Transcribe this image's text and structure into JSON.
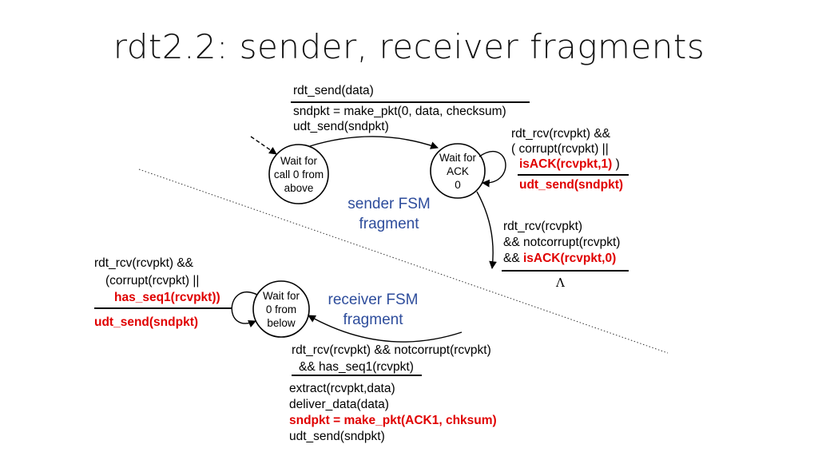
{
  "title": "rdt2.2: sender, receiver fragments",
  "sender": {
    "state_wait_call0": [
      "Wait for",
      "call 0 from",
      "above"
    ],
    "state_wait_ack0": [
      "Wait for",
      "ACK",
      "0"
    ],
    "fragment_label": [
      "sender FSM",
      "fragment"
    ],
    "t_send_event": "rdt_send(data)",
    "t_send_actions": [
      "sndpkt = make_pkt(0, data, checksum)",
      "udt_send(sndpkt)"
    ],
    "t_self_event_1": "rdt_rcv(rcvpkt) &&",
    "t_self_event_2": "( corrupt(rcvpkt) ||",
    "t_self_event_3_red": "isACK(rcvpkt,1)",
    "t_self_event_3_tail": " )",
    "t_self_action": "udt_send(sndpkt)",
    "t_ack_event_1": "rdt_rcv(rcvpkt)",
    "t_ack_event_2": "&& notcorrupt(rcvpkt)",
    "t_ack_event_3_prefix": "&& ",
    "t_ack_event_3_red": "isACK(rcvpkt,0)",
    "t_ack_action": "Λ"
  },
  "receiver": {
    "state_wait_0": [
      "Wait for",
      "0 from",
      "below"
    ],
    "fragment_label": [
      "receiver FSM",
      "fragment"
    ],
    "t_self_event_1": "rdt_rcv(rcvpkt) &&",
    "t_self_event_2": "(corrupt(rcvpkt) ||",
    "t_self_event_3_red": "has_seq1(rcvpkt))",
    "t_self_action": "udt_send(sndpkt)",
    "t_rcv_event_1": "rdt_rcv(rcvpkt) && notcorrupt(rcvpkt)",
    "t_rcv_event_2": "&& has_seq1(rcvpkt)",
    "t_rcv_actions": [
      "extract(rcvpkt,data)",
      "deliver_data(data)"
    ],
    "t_rcv_action_red": "sndpkt = make_pkt(ACK1, chksum)",
    "t_rcv_action_last": "udt_send(sndpkt)"
  },
  "colors": {
    "red": "#e00000",
    "blue": "#2e4d9c",
    "line": "#000000"
  }
}
